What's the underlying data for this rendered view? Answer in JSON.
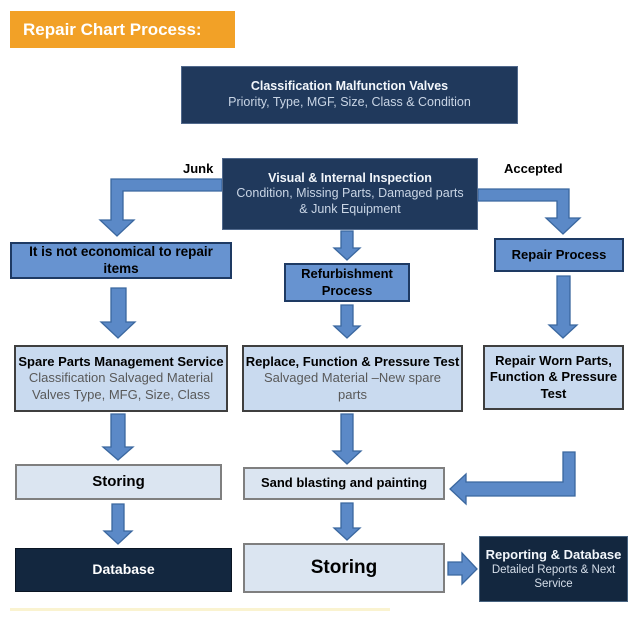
{
  "page": {
    "title": "Repair Chart Process:"
  },
  "colors": {
    "header_orange": "#F2A127",
    "navy": "#20395C",
    "navy_dark": "#13273F",
    "cornflower_blue": "#6793D0",
    "light_blue": "#C9DAEF",
    "pale_blue": "#DBE5F1",
    "arrow_blue": "#5B89C7"
  },
  "flowchart": {
    "classification": {
      "title": "Classification Malfunction Valves",
      "subtitle": "Priority, Type, MGF, Size, Class & Condition"
    },
    "inspection": {
      "title": "Visual & Internal Inspection",
      "line2": "Condition, Missing Parts, Damaged parts",
      "line3": "& Junk Equipment"
    },
    "labels": {
      "junk": "Junk",
      "accepted": "Accepted"
    },
    "not_economical": {
      "label": "It is not economical to repair items"
    },
    "refurbishment": {
      "line1": "Refurbishment",
      "line2": "Process"
    },
    "repair_process": {
      "label": "Repair Process"
    },
    "spare_parts": {
      "title": "Spare Parts Management Service",
      "line2": "Classification Salvaged Material",
      "line3": "Valves Type, MFG, Size, Class"
    },
    "replace_test": {
      "title": "Replace, Function & Pressure Test",
      "line2": "Salvaged Material –New spare",
      "line3": "parts"
    },
    "repair_worn": {
      "line1": "Repair Worn Parts,",
      "line2": "Function & Pressure",
      "line3": "Test"
    },
    "storing_left": {
      "label": "Storing"
    },
    "sand_blasting": {
      "label": "Sand blasting and painting"
    },
    "database": {
      "label": "Database"
    },
    "storing_bottom": {
      "label": "Storing"
    },
    "reporting": {
      "title": "Reporting & Database",
      "line2": "Detailed Reports & Next",
      "line3": "Service"
    }
  }
}
